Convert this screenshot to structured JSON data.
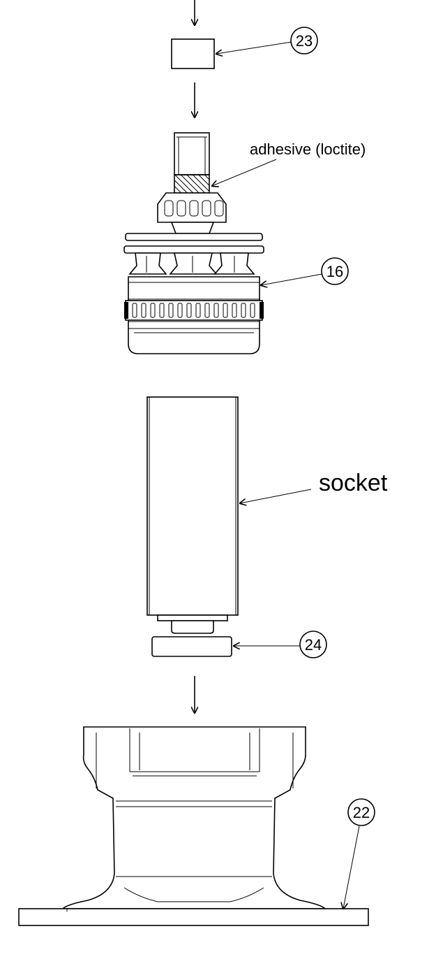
{
  "callouts": {
    "c23": "23",
    "c16": "16",
    "c24": "24",
    "c22": "22"
  },
  "labels": {
    "adhesive": "adhesive (loctite)",
    "socket": "socket"
  }
}
